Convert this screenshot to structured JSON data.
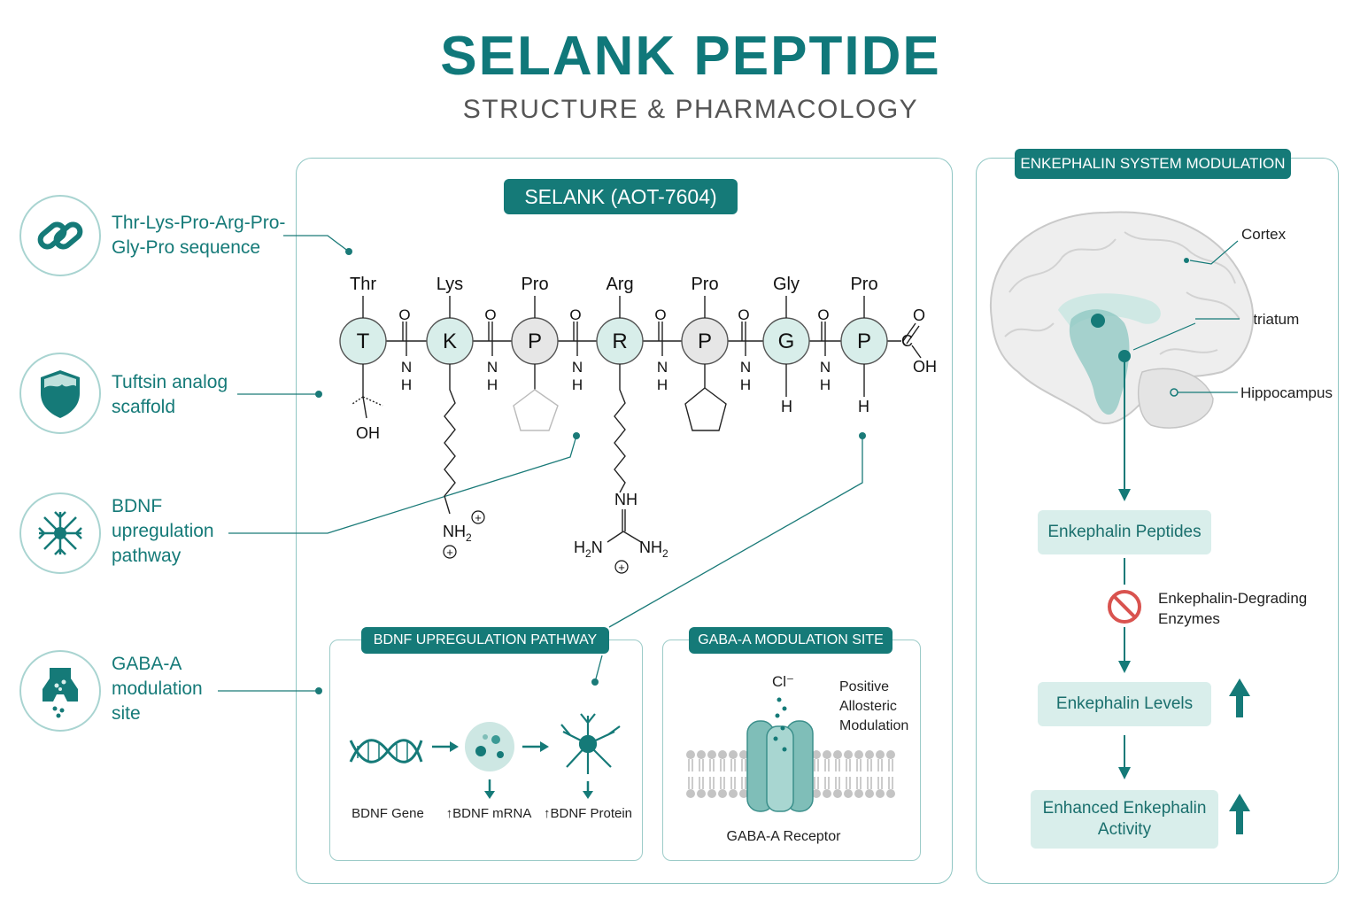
{
  "title": "SELANK PEPTIDE",
  "subtitle": "STRUCTURE & PHARMACOLOGY",
  "features": [
    {
      "label": "Thr-Lys-Pro-Arg-Pro-Gly-Pro sequence",
      "icon": "chain-link-icon"
    },
    {
      "label": "Tuftsin analog scaffold",
      "icon": "shield-icon"
    },
    {
      "label": "BDNF upregulation pathway",
      "icon": "neuron-icon"
    },
    {
      "label": "GABA-A modulation site",
      "icon": "receptor-icon"
    }
  ],
  "main_panel": {
    "header": "SELANK (AOT-7604)",
    "residues": [
      {
        "name": "Thr",
        "code": "T",
        "bottom": "OH"
      },
      {
        "name": "Lys",
        "code": "K",
        "bottom": "NH2"
      },
      {
        "name": "Pro",
        "code": "P",
        "bottom": ""
      },
      {
        "name": "Arg",
        "code": "R",
        "bottom": "NH"
      },
      {
        "name": "Pro",
        "code": "P",
        "bottom": ""
      },
      {
        "name": "Gly",
        "code": "G",
        "bottom": "H"
      },
      {
        "name": "Pro",
        "code": "P",
        "bottom": "H"
      }
    ],
    "carbonyl_label": "O",
    "amide_n": "N",
    "amide_h": "H",
    "terminal_c": "C",
    "terminal_oh": "OH",
    "lys_amine": "NH",
    "lys_amine_sub": "2",
    "arg_nh": "NH",
    "arg_h2n": "H",
    "arg_h2n_sub": "2",
    "arg_h2n_n": "N",
    "arg_nh2": "NH",
    "arg_nh2_sub": "2",
    "charge": "+"
  },
  "bdnf_panel": {
    "header": "BDNF UPREGULATION PATHWAY",
    "steps": [
      "BDNF Gene",
      "↑BDNF mRNA",
      "↑BDNF Protein"
    ]
  },
  "gaba_panel": {
    "header": "GABA-A MODULATION SITE",
    "ion": "Cl⁻",
    "modulation": [
      "Positive",
      "Allosteric",
      "Modulation"
    ],
    "receptor": "GABA-A Receptor"
  },
  "enkephalin_panel": {
    "header": "ENKEPHALIN SYSTEM MODULATION",
    "regions": [
      "Cortex",
      "Striatum",
      "Hippocampus"
    ],
    "boxes": [
      "Enkephalin Peptides",
      "Enkephalin Levels",
      "Enhanced Enkephalin Activity"
    ],
    "inhibitor": [
      "Enkephalin-Degrading",
      "Enzymes"
    ]
  },
  "colors": {
    "accent": "#157a78",
    "light": "#d9eeeb",
    "inhibit": "#d9534f"
  }
}
